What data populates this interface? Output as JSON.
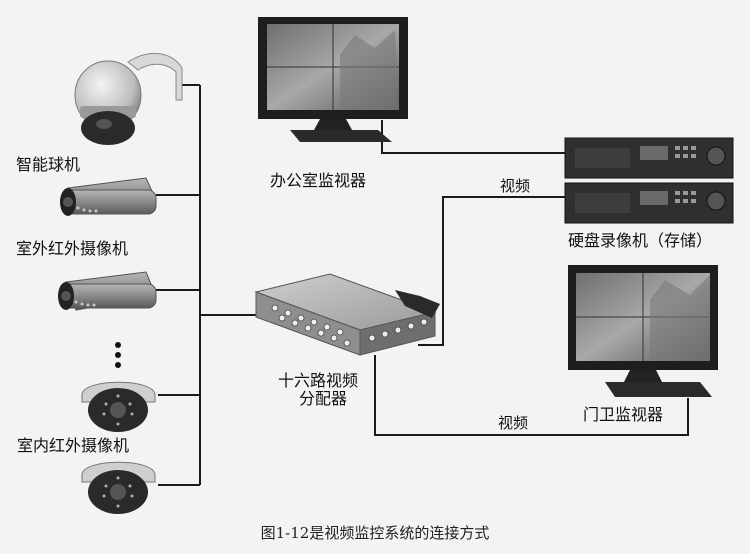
{
  "devices": {
    "smart_dome_camera": "智能球机",
    "outdoor_ir_camera": "室外红外摄像机",
    "indoor_ir_camera": "室内红外摄像机",
    "office_monitor": "办公室监视器",
    "dvr": "硬盘录像机（存储）",
    "gate_monitor": "门卫监视器",
    "video_distributor_line1": "十六路视频",
    "video_distributor_line2": "分配器"
  },
  "connections": {
    "video_label_top": "视频",
    "video_label_bottom": "视频"
  },
  "caption": "图1-12是视频监控系统的连接方式",
  "colors": {
    "background": "#f3f3f1",
    "wire": "#1a1a1a",
    "device_body": "#8a8a8a",
    "device_dark": "#2a2a2a"
  }
}
